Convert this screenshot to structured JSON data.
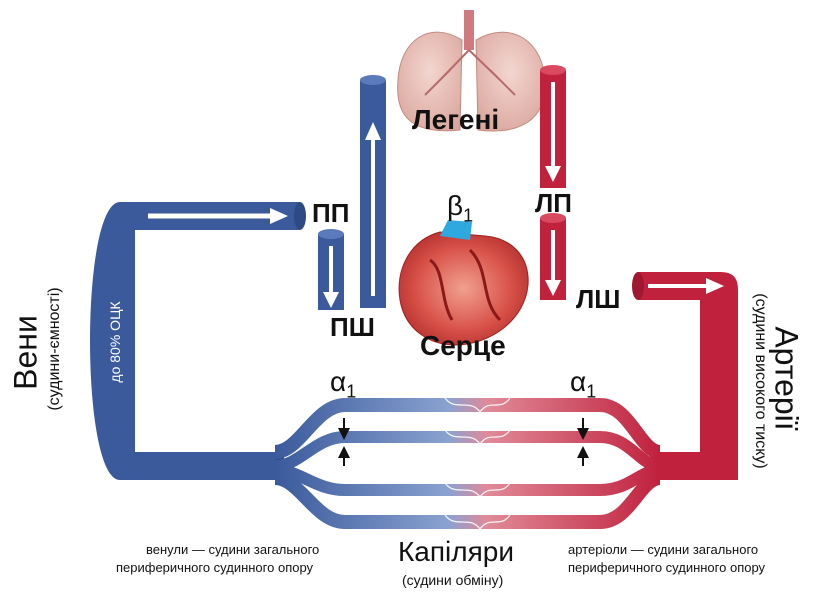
{
  "colors": {
    "vein": "#3a5a9c",
    "artery": "#c0213d",
    "text": "#111111"
  },
  "labels": {
    "lungs": "Легені",
    "heart": "Серце",
    "beta": "β",
    "beta_sub": "1",
    "alpha": "α",
    "alpha_sub": "1",
    "rp": "ПП",
    "rv": "ПШ",
    "lp": "ЛП",
    "lv": "ЛШ",
    "veins": "Вени",
    "veins_sub": "(судини-ємності)",
    "veins_volume": "до 80% ОЦК",
    "arteries": "Артерії",
    "arteries_sub": "(судини високого тиску)",
    "capillaries": "Капіляри",
    "capillaries_sub": "(судини обміну)",
    "venules_l1": "венули — судини загального",
    "venules_l2": "периферичного судинного опору",
    "arterioles_l1": "артеріоли — судини загального",
    "arterioles_l2": "периферичного судинного опору"
  },
  "icons": {
    "lungs": "lungs-icon",
    "heart": "heart-icon",
    "arrows": "arrow-icon"
  }
}
